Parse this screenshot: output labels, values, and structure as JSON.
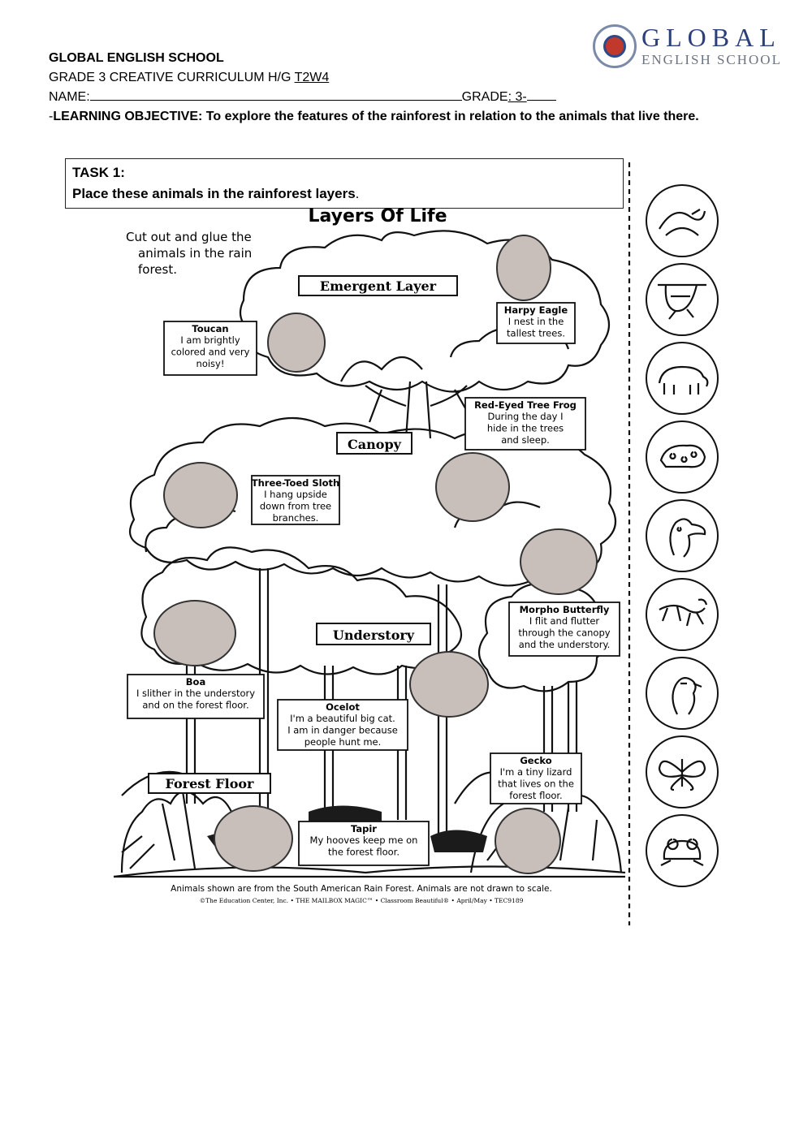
{
  "header": {
    "school": "GLOBAL ENGLISH SCHOOL",
    "grade_prefix": "GRADE 3 CREATIVE CURRICULUM H/G ",
    "grade_code": "T2W4",
    "name_label": "NAME:",
    "grade_label": "GRADE",
    "grade_value": ": 3-",
    "objective_prefix": "-",
    "objective": "LEARNING OBJECTIVE: To explore the features of the rainforest in relation to the animals that live there."
  },
  "logo": {
    "word1": "GLOBAL",
    "word2": "ENGLISH SCHOOL"
  },
  "task": {
    "title": "TASK 1:",
    "instruction": "Place these animals in the rainforest layers",
    "period": "."
  },
  "worksheet": {
    "title": "Layers Of Life",
    "instructions": [
      "Cut out and glue the",
      "animals in the rain",
      "forest."
    ],
    "layers": [
      "Emergent Layer",
      "Canopy",
      "Understory",
      "Forest Floor"
    ],
    "animals": [
      {
        "name": "Harpy Eagle",
        "lines": [
          "I nest in the",
          "tallest trees."
        ]
      },
      {
        "name": "Toucan",
        "lines": [
          "I am brightly",
          "colored and very",
          "noisy!"
        ]
      },
      {
        "name": "Red-Eyed Tree Frog",
        "lines": [
          "During the day I",
          "hide in the trees",
          "and sleep."
        ]
      },
      {
        "name": "Three-Toed Sloth",
        "lines": [
          "I hang upside",
          "down from tree",
          "branches."
        ]
      },
      {
        "name": "Morpho Butterfly",
        "lines": [
          "I flit and flutter",
          "through the canopy",
          "and the understory."
        ]
      },
      {
        "name": "Boa",
        "lines": [
          "I slither in the understory",
          "and on the forest floor."
        ]
      },
      {
        "name": "Ocelot",
        "lines": [
          "I'm a beautiful big cat.",
          "I am in danger because",
          "people hunt me."
        ]
      },
      {
        "name": "Gecko",
        "lines": [
          "I'm a tiny lizard",
          "that lives on the",
          "forest floor."
        ]
      },
      {
        "name": "Tapir",
        "lines": [
          "My hooves keep me on",
          "the forest floor."
        ]
      }
    ],
    "footer": "Animals shown are from the South American Rain Forest. Animals are not drawn to scale.",
    "credit": "©The Education Center, Inc. • THE MAILBOX MAGIC™ • Classroom Beautiful® • April/May • TEC9189",
    "cutouts": [
      "snake-icon",
      "sloth-icon",
      "tapir-icon",
      "ocelot-icon",
      "toucan-icon",
      "gecko-icon",
      "eagle-icon",
      "butterfly-icon",
      "frog-icon"
    ]
  },
  "colors": {
    "slot_fill": "#c8bfbb",
    "logo_blue": "#2c3f7a",
    "logo_red": "#c0392b"
  }
}
